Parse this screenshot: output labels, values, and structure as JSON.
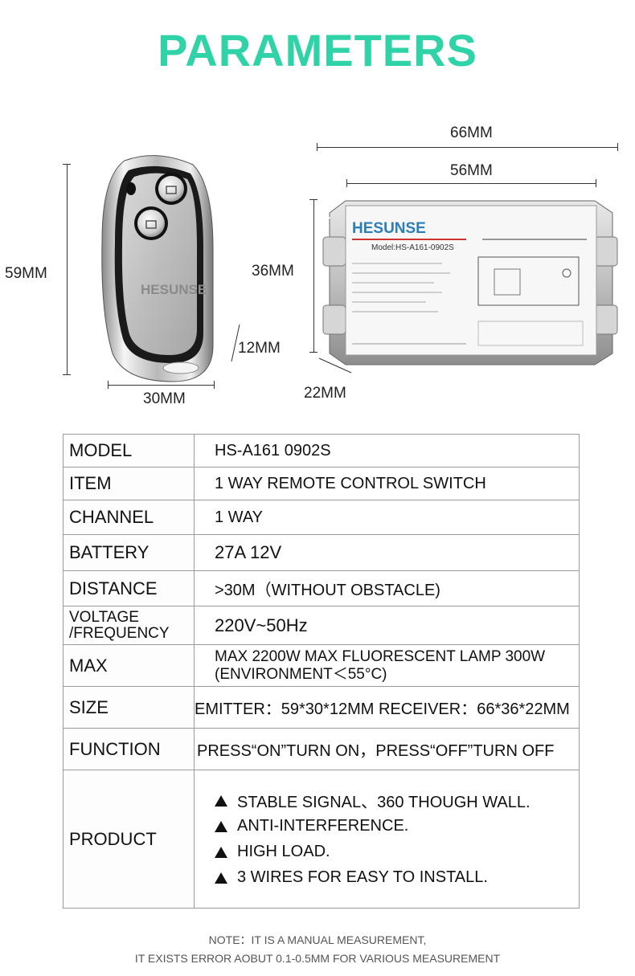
{
  "title": "PARAMETERS",
  "brand": "HESUNSE",
  "receiver_model": "Model:HS-A161-0902S",
  "dimensions": {
    "total_width": "66MM",
    "inner_width": "56MM",
    "height": "36MM",
    "depth": "22MM",
    "remote_height": "59MM",
    "remote_width": "30MM",
    "remote_thickness": "12MM"
  },
  "specs": [
    {
      "key": "MODEL",
      "value": "HS-A161 0902S"
    },
    {
      "key": "ITEM",
      "value": "1 WAY REMOTE CONTROL SWITCH"
    },
    {
      "key": "CHANNEL",
      "value": "1 WAY"
    },
    {
      "key": "BATTERY",
      "value": "27A 12V"
    },
    {
      "key": "DISTANCE",
      "value": ">30M（WITHOUT OBSTACLE)"
    },
    {
      "key_line1": "VOLTAGE",
      "key_line2": "/FREQUENCY",
      "value": "220V~50Hz"
    },
    {
      "key": "MAX",
      "value_line1": "MAX 2200W MAX FLUORESCENT LAMP 300W",
      "value_line2": "(ENVIRONMENT＜55°C)"
    },
    {
      "key": "SIZE",
      "value": "EMITTER：59*30*12MM  RECEIVER：66*36*22MM"
    },
    {
      "key": "FUNCTION",
      "value": "PRESS“ON”TURN ON，PRESS“OFF”TURN OFF"
    },
    {
      "key": "PRODUCT",
      "bullets": [
        "STABLE SIGNAL、360 THOUGH WALL.",
        "ANTI-INTERFERENCE.",
        "HIGH LOAD.",
        "3 WIRES FOR EASY TO INSTALL."
      ]
    }
  ],
  "note_line1": "NOTE：IT IS A MANUAL MEASUREMENT,",
  "note_line2": "IT EXISTS ERROR AOBUT 0.1-0.5MM FOR VARIOUS MEASUREMENT"
}
